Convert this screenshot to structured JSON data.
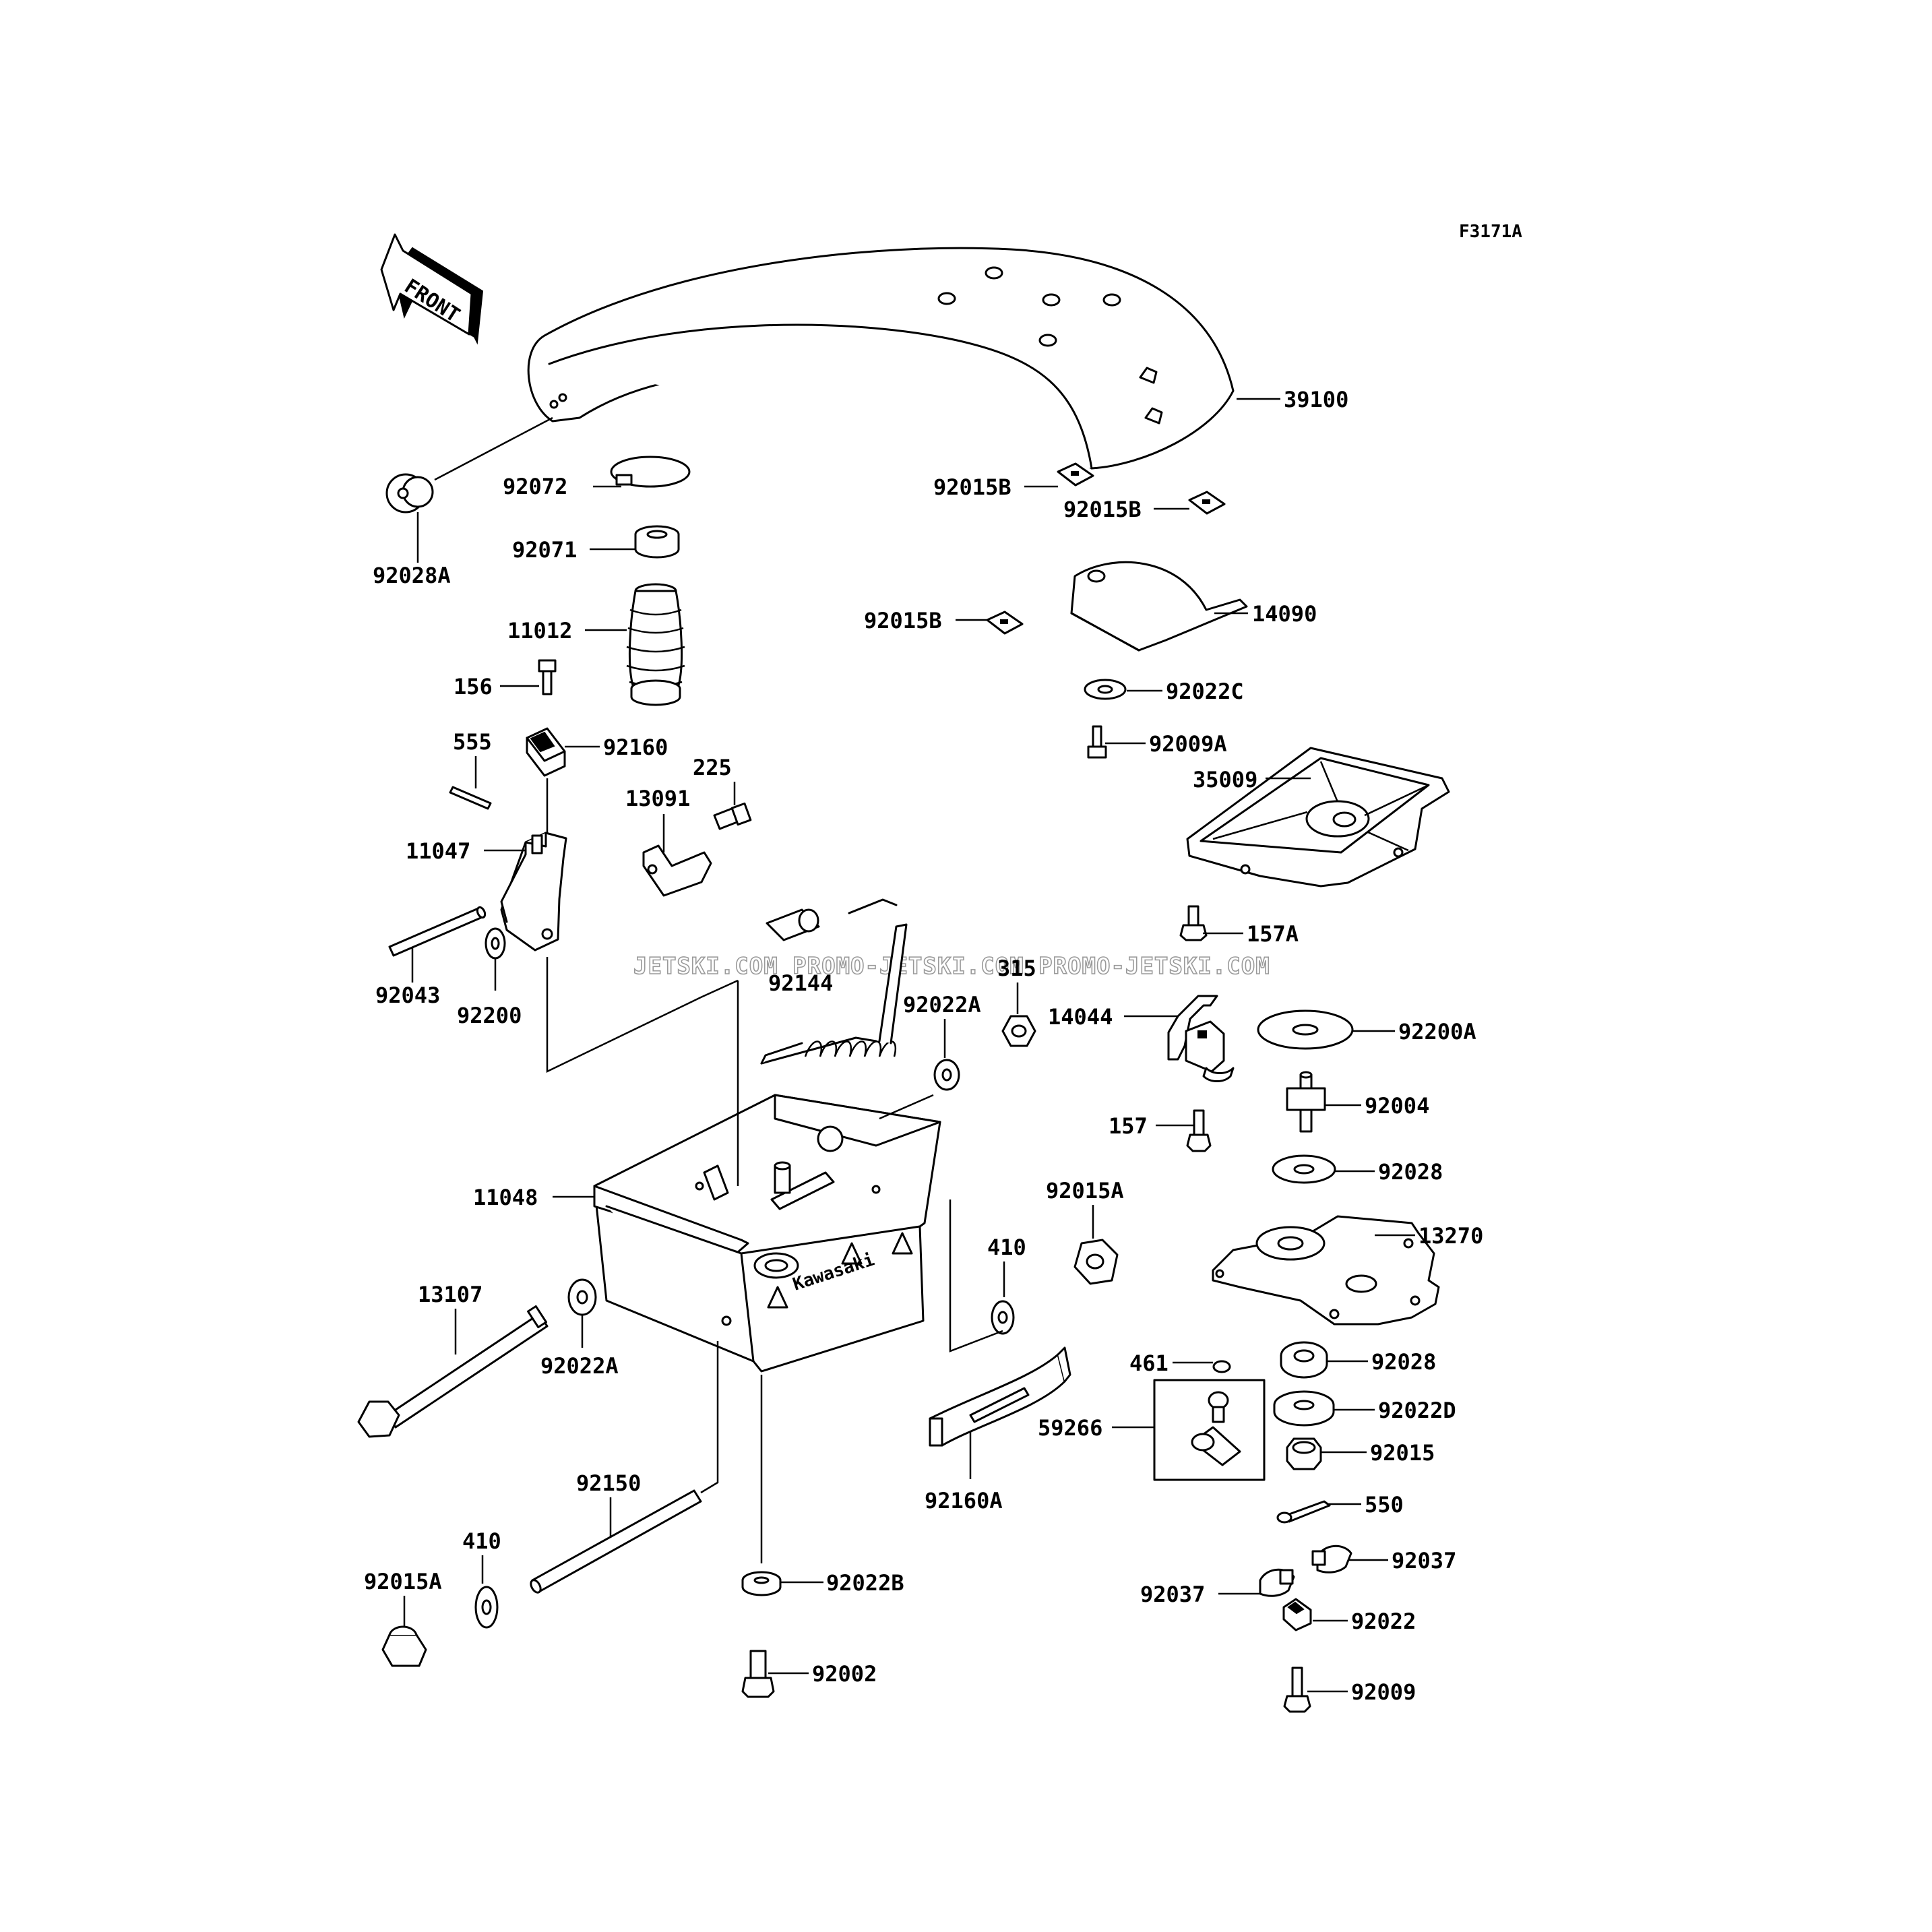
{
  "figure_code": "F3171A",
  "front_label": "FRONT",
  "watermark": "JETSKI.COM  PROMO-JETSKI.COM  PROMO-JETSKI.COM",
  "brand_mark": "Kawasaki",
  "parts": {
    "p39100": "39100",
    "p92028A": "92028A",
    "p92072": "92072",
    "p92071": "92071",
    "p11012": "11012",
    "p156": "156",
    "p555": "555",
    "p92160": "92160",
    "p225": "225",
    "p13091": "13091",
    "p11047": "11047",
    "p92043": "92043",
    "p92200": "92200",
    "p92144": "92144",
    "p92022A_top": "92022A",
    "p315": "315",
    "p11048": "11048",
    "p13107": "13107",
    "p92022A_bot": "92022A",
    "p92150": "92150",
    "p410_left": "410",
    "p92015A_left": "92015A",
    "p92022B": "92022B",
    "p92002": "92002",
    "p410_mid": "410",
    "p92015A_mid": "92015A",
    "p92160A": "92160A",
    "p92015B_1": "92015B",
    "p92015B_2": "92015B",
    "p92015B_3": "92015B",
    "p14090": "14090",
    "p92022C": "92022C",
    "p92009A": "92009A",
    "p35009": "35009",
    "p157A": "157A",
    "p14044": "14044",
    "p157": "157",
    "p92200A": "92200A",
    "p92004": "92004",
    "p92028_a": "92028",
    "p13270": "13270",
    "p461": "461",
    "p92028_b": "92028",
    "p59266": "59266",
    "p92022D": "92022D",
    "p92015": "92015",
    "p550": "550",
    "p92037_a": "92037",
    "p92037_b": "92037",
    "p92022": "92022",
    "p92009": "92009"
  }
}
